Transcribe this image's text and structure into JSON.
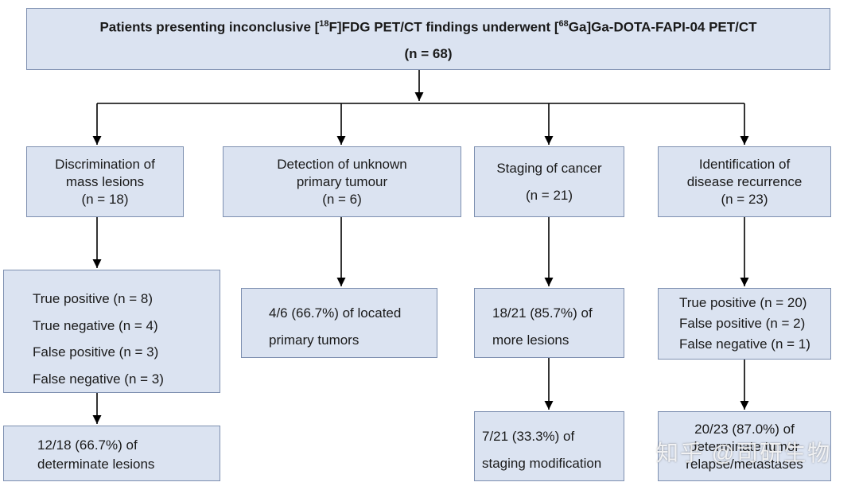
{
  "top": {
    "title_p1": "Patients presenting inconclusive [",
    "sup1": "18",
    "title_p2": "F]FDG PET/CT findings underwent [",
    "sup2": "68",
    "title_p3": "Ga]Ga-DOTA-FAPI-04 PET/CT",
    "count": "(n = 68)"
  },
  "categories": [
    {
      "lines": [
        "Discrimination of",
        "mass lesions",
        "(n = 18)"
      ]
    },
    {
      "lines": [
        "Detection of unknown",
        "primary tumour",
        "(n = 6)"
      ]
    },
    {
      "lines": [
        "Staging of cancer",
        "",
        "(n = 21)"
      ]
    },
    {
      "lines": [
        "Identification of",
        "disease recurrence",
        "(n = 23)"
      ]
    }
  ],
  "mass_results": [
    "True positive (n = 8)",
    "True negative (n = 4)",
    "False positive (n = 3)",
    "False negative (n = 3)"
  ],
  "mass_final": [
    "12/18 (66.7%) of",
    "determinate lesions"
  ],
  "unknown_result": [
    "4/6 (66.7%) of located",
    "primary tumors"
  ],
  "staging_result": [
    "18/21 (85.7%) of",
    "more lesions"
  ],
  "staging_final": [
    "7/21 (33.3%) of",
    "staging modification"
  ],
  "recurrence_results": [
    "True positive (n = 20)",
    "False positive (n = 2)",
    "False negative (n = 1)"
  ],
  "recurrence_final": [
    "20/23 (87.0%) of",
    "determinate tumor",
    "relapse/metastases"
  ],
  "watermark": "知乎 @司研生物",
  "colors": {
    "box_fill": "#dbe3f1",
    "box_border": "#7d8fb0",
    "arrow": "#000000"
  }
}
